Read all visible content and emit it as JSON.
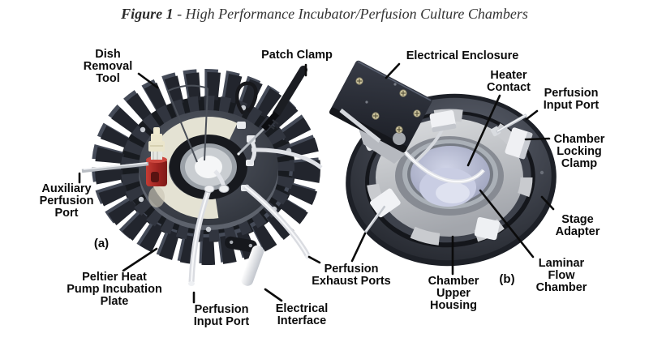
{
  "figure": {
    "title_prefix": "Figure 1",
    "title_separator": " - ",
    "title_text": "High Performance Incubator/Perfusion Culture Chambers"
  },
  "panels": {
    "a": {
      "caption": "(a)"
    },
    "b": {
      "caption": "(b)"
    }
  },
  "labels": {
    "dish_removal_tool": "Dish\nRemoval\nTool",
    "patch_clamp": "Patch Clamp",
    "auxiliary_perfusion_port": "Auxiliary\nPerfusion\nPort",
    "peltier_plate": "Peltier Heat\nPump Incubation\nPlate",
    "perfusion_input_port_a": "Perfusion\nInput Port",
    "electrical_interface": "Electrical\nInterface",
    "perfusion_exhaust_ports": "Perfusion\nExhaust Ports",
    "electrical_enclosure": "Electrical Enclosure",
    "heater_contact": "Heater\nContact",
    "perfusion_input_port_b": "Perfusion\nInput Port",
    "chamber_locking_clamp": "Chamber\nLocking\nClamp",
    "stage_adapter": "Stage\nAdapter",
    "laminar_flow_chamber": "Laminar\nFlow\nChamber",
    "chamber_upper_housing": "Chamber\nUpper\nHousing"
  },
  "colors": {
    "title_text": "#333333",
    "label_text": "#0b0b0b",
    "fin_black": "#22252d",
    "plate_cream": "#e4e2d3",
    "bottle_red": "#a32421",
    "bottle_cap_cream": "#eae5cb",
    "tube_white": "#e8eaee",
    "stage_adapter_dark": "#2a2d35",
    "housing_gray": "#c9cbcf",
    "glass_lavender": "#b9bdd6"
  }
}
